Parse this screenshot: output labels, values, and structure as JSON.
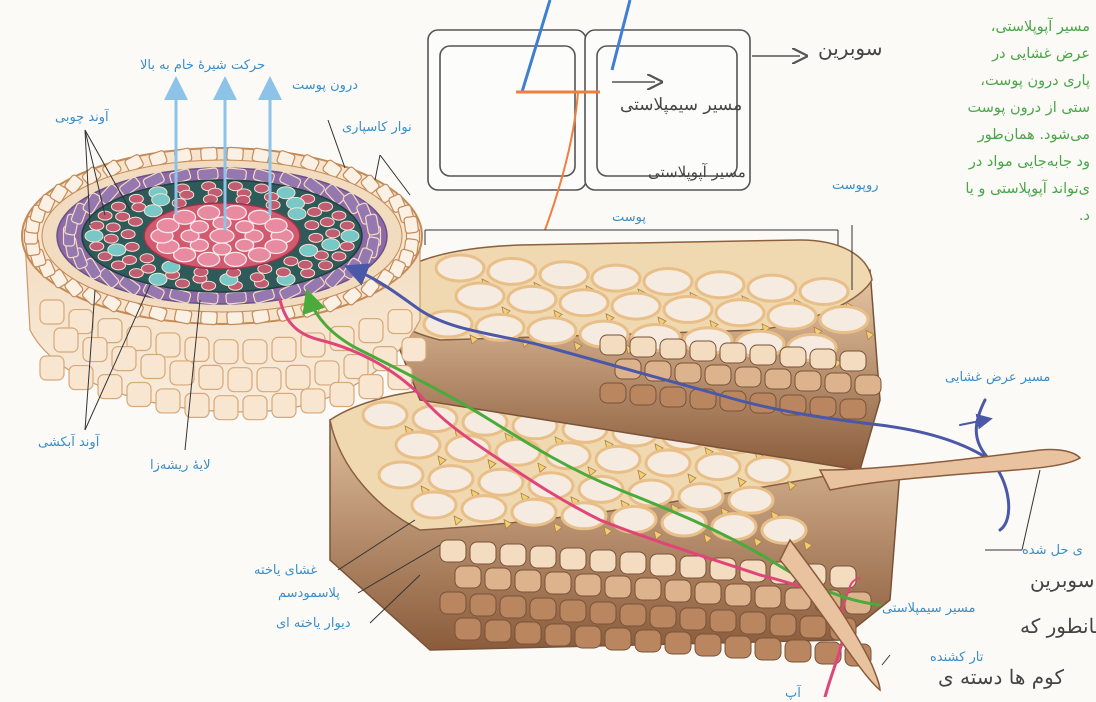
{
  "paragraph_lines": [
    "مسیر آپوپلاستی،",
    "عرض غشایی در",
    "پاری درون پوست،",
    "ستی از درون پوست",
    "می‌شود. همان‌طور",
    "ود جابه‌جایی مواد در",
    "ی‌تواند آپوپلاستی و یا",
    "د."
  ],
  "labels": {
    "upward_sap": "حرکت شیرهٔ خام به بالا",
    "endodermis": "درون پوست",
    "xylem": "آوند چوبی",
    "casparian_strip": "نوار کاسپاری",
    "epidermis": "روپوست",
    "cortex": "پوست",
    "phloem": "آوند آبکشی",
    "pericycle": "لایهٔ ریشه‌زا",
    "transmembrane_path": "مسیر عرض غشایی",
    "dissolved": "ی حل شده",
    "cell_membrane": "غشای یاخته",
    "plasmodesma": "پلاسمودسم",
    "cell_wall": "دیوار یاخته ای",
    "symplast_path": "مسیر سیمپلاستی",
    "root_hair": "تار کشنده",
    "apoplast_cut": "آپ"
  },
  "handwriting": {
    "suberin": "سوبرین",
    "symplast_box": "مسیر سیمپلاستی",
    "apoplast_box": "مسیر آپوپلاستی",
    "note1": "سوبرین",
    "note2": "همانطور که",
    "note3": "کوم ها دسته ی"
  },
  "colors": {
    "label_blue": "#3b8ec9",
    "text_green": "#4aa64a",
    "apoplast_line": "#e0457a",
    "symplast_line": "#4aaa3c",
    "transmembrane_line": "#4b58a8",
    "cell_fill": "#f6ebe0",
    "cell_wall": "#e8bf88",
    "intercell": "#f0cf78",
    "stele_pink": "#d25a6e",
    "phloem_purple": "#9678b0",
    "xylem_teal": "#78c8c8"
  }
}
